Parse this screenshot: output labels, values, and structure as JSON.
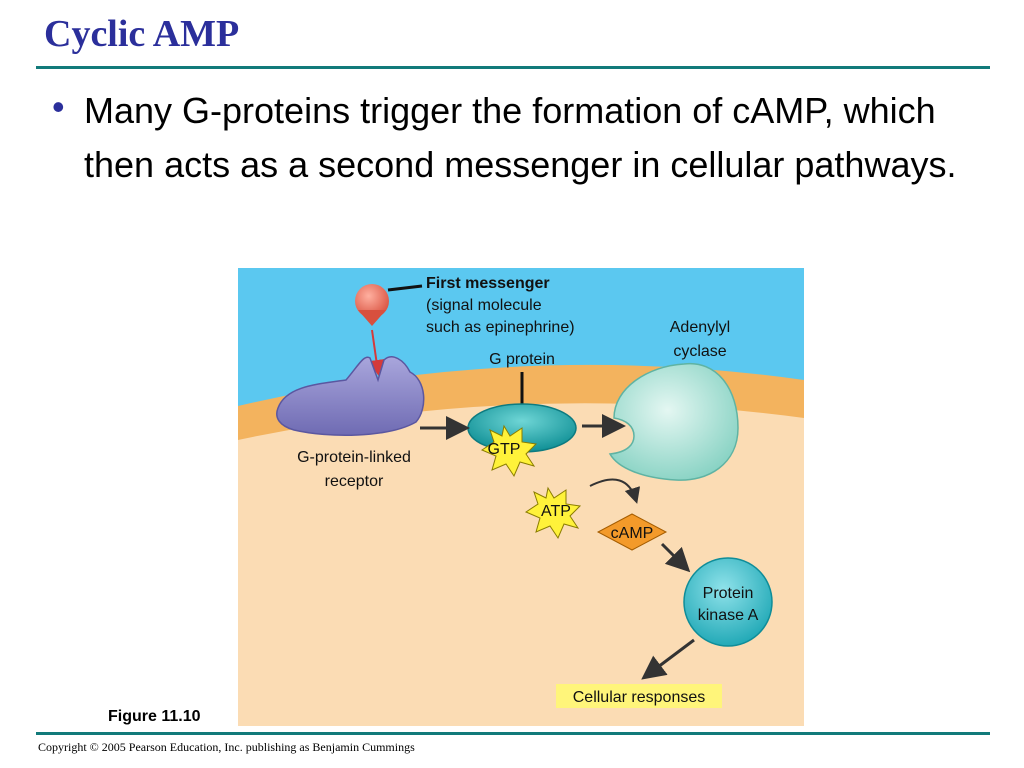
{
  "slide": {
    "title": "Cyclic AMP",
    "bullet": "Many G-proteins trigger the formation of cAMP, which then acts as a second messenger in cellular pathways.",
    "figure_caption": "Figure 11.10",
    "footer": "Copyright © 2005 Pearson Education, Inc. publishing as Benjamin Cummings"
  },
  "diagram": {
    "first_messenger": {
      "title": "First messenger",
      "line1": "(signal molecule",
      "line2": "such as epinephrine)"
    },
    "g_protein": "G protein",
    "adenylyl_cyclase": {
      "line1": "Adenylyl",
      "line2": "cyclase"
    },
    "receptor": {
      "line1": "G-protein-linked",
      "line2": "receptor"
    },
    "gtp": "GTP",
    "atp": "ATP",
    "camp": "cAMP",
    "protein_kinase": {
      "line1": "Protein",
      "line2": "kinase A"
    },
    "cellular_responses": "Cellular responses"
  },
  "colors": {
    "title": "#2b2f9b",
    "rule": "#127a7a",
    "extracellular": "#5bc8f0",
    "membrane": "#f3b35e",
    "cytoplasm": "#fbdcb4",
    "receptor": "#8c88c8",
    "g_protein": "#1ba3a8",
    "adenylyl_cyclase": "#9fdccf",
    "burst": "#fff23a",
    "camp": "#f39a2a",
    "kinase": "#2bb3c0",
    "highlight": "#fff57a"
  }
}
